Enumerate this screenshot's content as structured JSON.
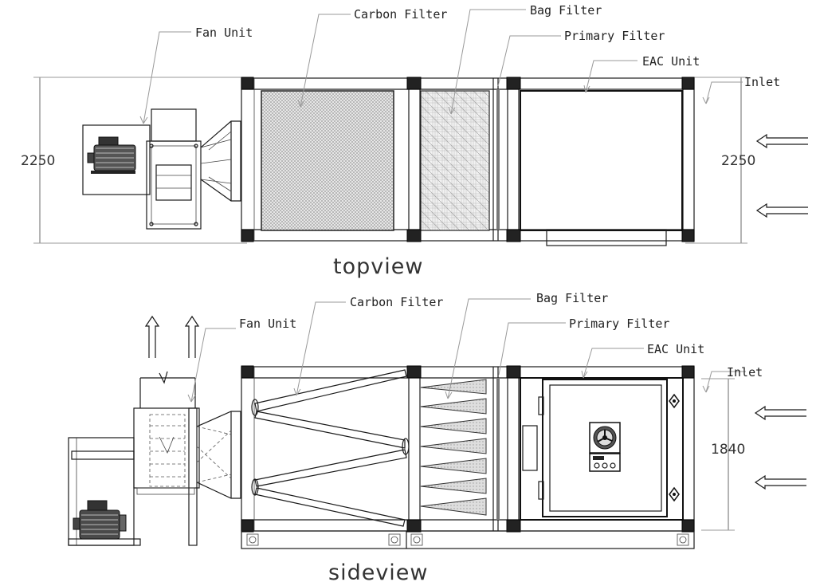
{
  "top_view": {
    "title": "topview",
    "labels": {
      "fan_unit": "Fan Unit",
      "carbon_filter": "Carbon Filter",
      "bag_filter": "Bag Filter",
      "primary_filter": "Primary Filter",
      "eac_unit": "EAC Unit",
      "inlet": "Inlet"
    },
    "dimensions": {
      "left_width": "2250",
      "right_width": "2250"
    }
  },
  "side_view": {
    "title": "sideview",
    "labels": {
      "fan_unit": "Fan Unit",
      "carbon_filter": "Carbon Filter",
      "bag_filter": "Bag Filter",
      "primary_filter": "Primary Filter",
      "eac_unit": "EAC Unit",
      "inlet": "Inlet"
    },
    "dimensions": {
      "height": "1840"
    }
  },
  "colors": {
    "line": "#1a1a1a",
    "leader": "#999999",
    "background": "#ffffff"
  }
}
